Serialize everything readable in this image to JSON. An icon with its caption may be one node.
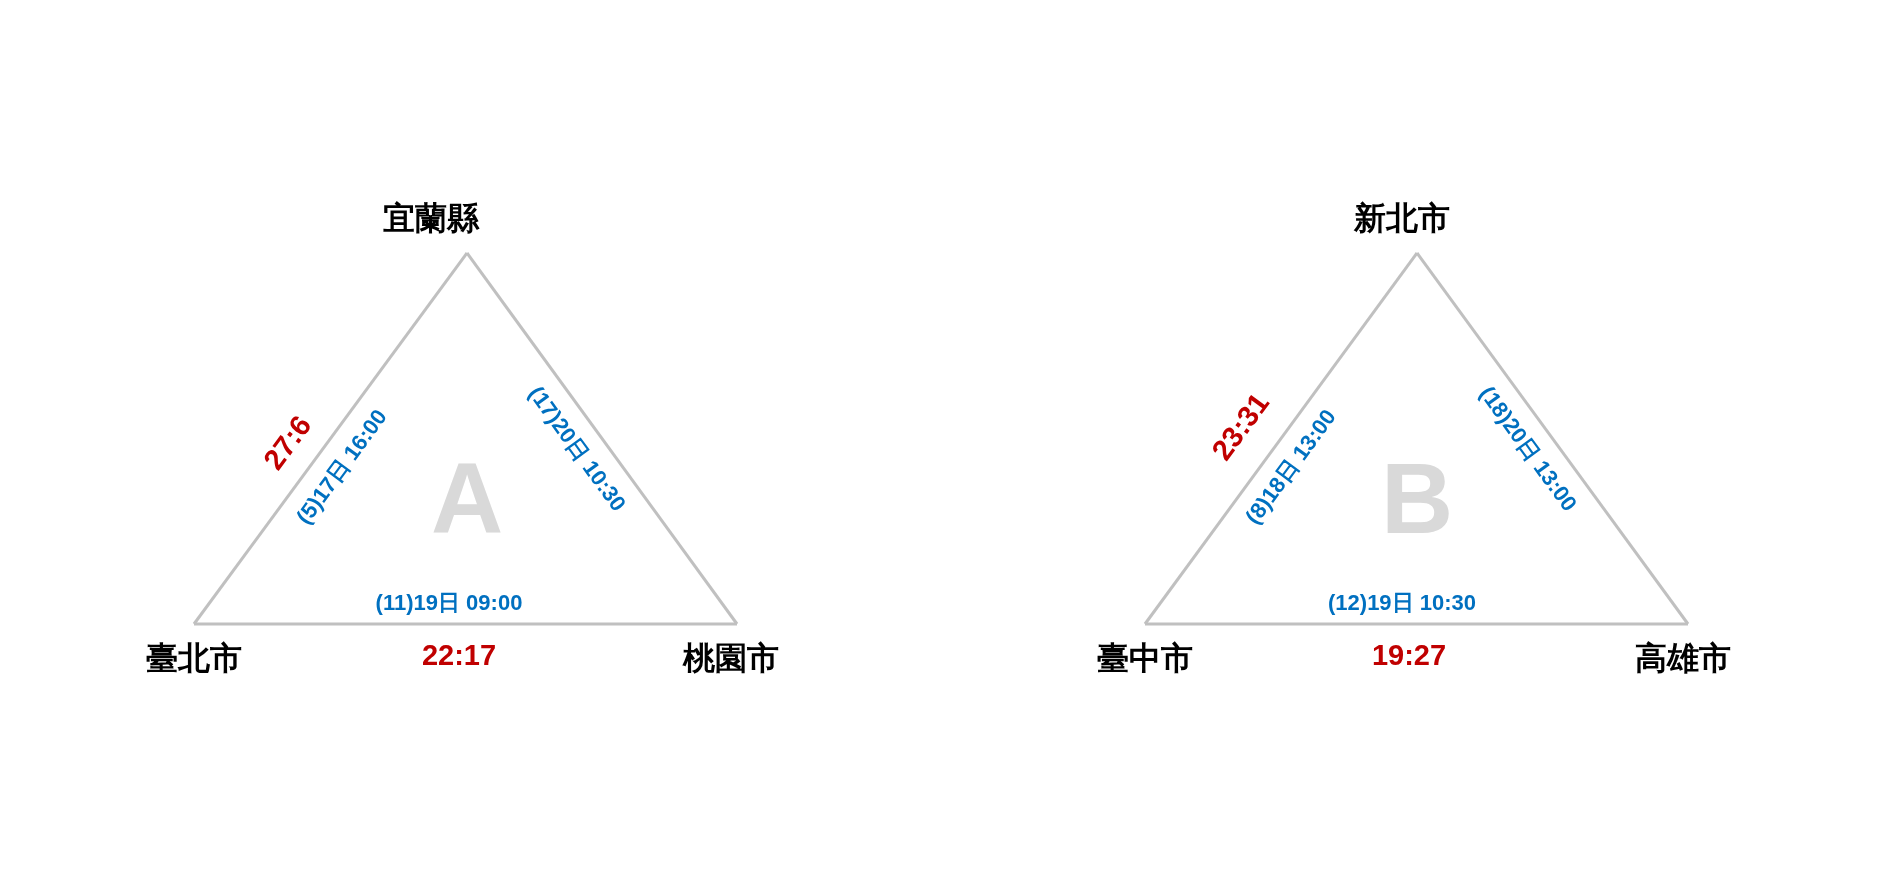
{
  "diagram": {
    "nodes": [
      {
        "text": [
          "宜蘭縣"
        ]
      },
      {
        "text": [
          "臺北市"
        ]
      },
      {
        "text": [
          "桃園市"
        ]
      },
      {
        "text": [
          "新北市"
        ]
      },
      {
        "text": [
          "臺中市"
        ]
      },
      {
        "text": [
          "高雄市"
        ]
      }
    ],
    "edges": [
      {
        "from": 0,
        "to": 1,
        "arrow": "none",
        "label": "(5)17日 16:00"
      },
      {
        "from": 0,
        "to": 2,
        "arrow": "none",
        "label": "(17)20日 10:30"
      },
      {
        "from": 1,
        "to": 2,
        "arrow": "none",
        "label": "(11)19日 09:00"
      },
      {
        "from": 3,
        "to": 4,
        "arrow": "none",
        "label": "(8)18日 13:00"
      },
      {
        "from": 3,
        "to": 5,
        "arrow": "none",
        "label": "(18)20日 13:00"
      },
      {
        "from": 4,
        "to": 5,
        "arrow": "none",
        "label": "(12)19日 10:30"
      }
    ],
    "labels": [
      "27:6",
      "A",
      "22:17",
      "23:31",
      "B",
      "19:27"
    ]
  }
}
